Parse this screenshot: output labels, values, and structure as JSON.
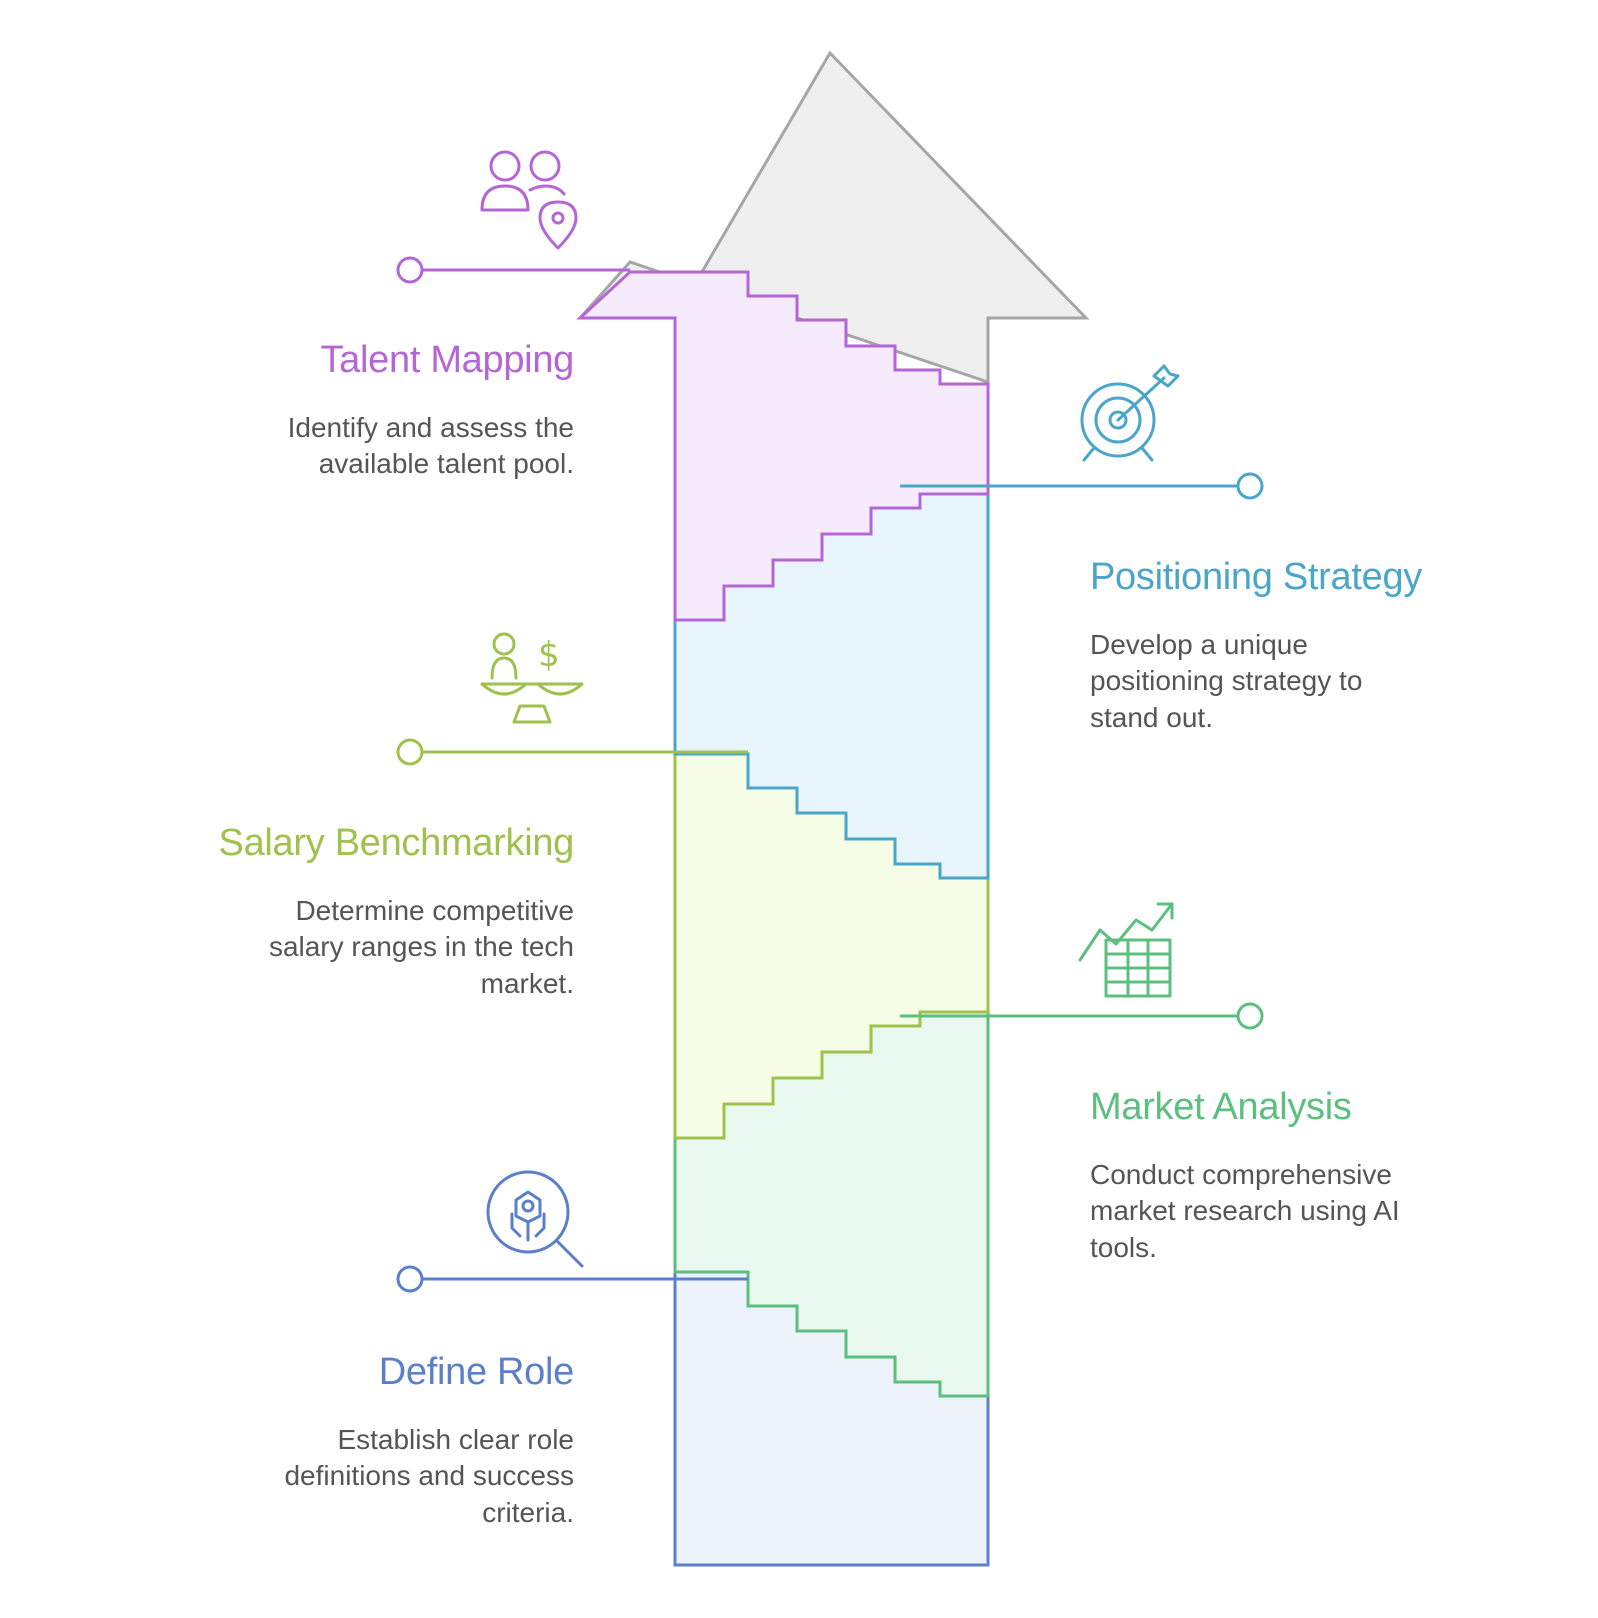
{
  "colors": {
    "arrow_head_fill": "#efefef",
    "arrow_head_stroke": "#a6a6a6",
    "description_text": "#555555"
  },
  "steps": [
    {
      "id": "define-role",
      "order": 1,
      "side": "left",
      "title": "Define Role",
      "description": "Establish clear role definitions and success criteria.",
      "icon": "search-gear-icon",
      "color": "#5b7fcb",
      "fill": "#eef2fb"
    },
    {
      "id": "market-analysis",
      "order": 2,
      "side": "right",
      "title": "Market Analysis",
      "description": "Conduct comprehensive market research using AI tools.",
      "icon": "chart-table-icon",
      "color": "#5cbf7f",
      "fill": "#e9f9ef"
    },
    {
      "id": "salary-benchmarking",
      "order": 3,
      "side": "left",
      "title": "Salary Benchmarking",
      "description": "Determine competitive salary ranges in the tech market.",
      "icon": "balance-scale-icon",
      "color": "#9ec24b",
      "fill": "#f6fde6"
    },
    {
      "id": "positioning-strategy",
      "order": 4,
      "side": "right",
      "title": "Positioning Strategy",
      "description": "Develop a unique positioning strategy to stand out.",
      "icon": "target-arrow-icon",
      "color": "#4aa6c9",
      "fill": "#e8f5fc"
    },
    {
      "id": "talent-mapping",
      "order": 5,
      "side": "left",
      "title": "Talent Mapping",
      "description": "Identify and assess the available talent pool.",
      "icon": "people-location-icon",
      "color": "#b466d6",
      "fill": "#f6eafd"
    }
  ]
}
